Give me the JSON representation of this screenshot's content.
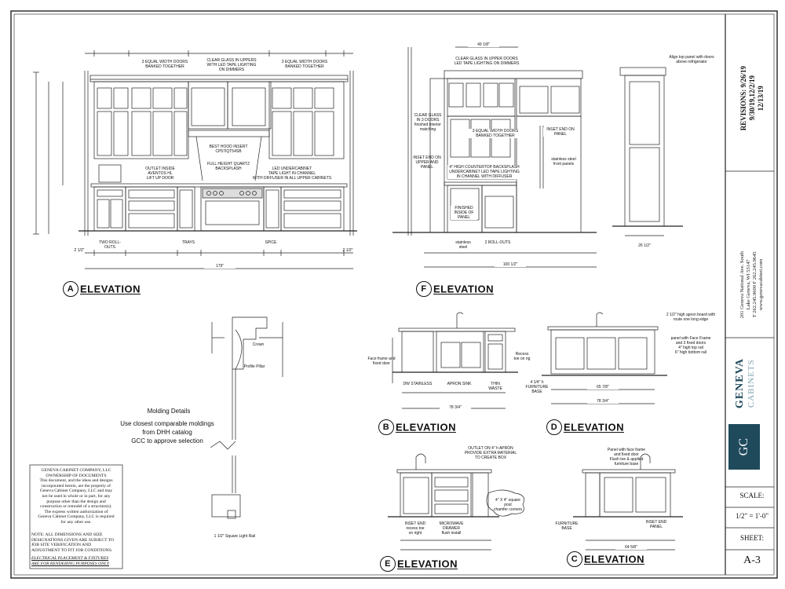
{
  "title_block": {
    "revisions": "REVISIONS: 9/26/19",
    "revisions_2": "9/30/19,12/2/19",
    "revisions_3": "12/13/19",
    "address_1": "201 Geneva National Ave. South",
    "address_2": "Lake Geneva, WI 53147",
    "address_3": "T 262.245.9600  F 262.245.9645",
    "address_4": "www.genevacabinet.com",
    "brand_top": "GENEVA",
    "brand_bottom": "CABINETS",
    "logo": "GC",
    "scale_label": "SCALE:",
    "scale_value": "1/2\" = 1'-0\"",
    "sheet_label": "SHEET:",
    "sheet_value": "A-3"
  },
  "views": {
    "a": {
      "letter": "A",
      "title": "ELEVATION"
    },
    "f": {
      "letter": "F",
      "title": "ELEVATION"
    },
    "b": {
      "letter": "B",
      "title": "ELEVATION"
    },
    "d": {
      "letter": "D",
      "title": "ELEVATION"
    },
    "e": {
      "letter": "E",
      "title": "ELEVATION"
    },
    "c": {
      "letter": "C",
      "title": "ELEVATION"
    }
  },
  "annotations_a": {
    "top_left": "3 EQUAL WIDTH DOORS\nBANKED TOGETHER",
    "top_mid": "CLEAR GLASS IN UPPERS\nWITH LED TAPE LIGHTING\nON DIMMERS",
    "top_right": "3 EQUAL WIDTH DOORS\nBANKED TOGETHER",
    "hood": "BEST HOOD INSERT\nCP57IQT54SB",
    "backsplash": "FULL HEIGHT QUARTZ\nBACKSPLASH",
    "outlet": "OUTLET INSIDE\nAVENTOS HL\nLIFT UP DOOR",
    "led": "LED UNDERCABINET\nTAPE LIGHT IN CHANNEL\nWITH DIFFUSER IN ALL UPPER CABINETS",
    "base_1": "TWO ROLL-\nOUTS",
    "base_2": "TRAYS",
    "base_3": "SPICE",
    "dim_left": "2 1/2\"",
    "dim_right": "2 1/2\"",
    "dim_total": "179\""
  },
  "annotations_f": {
    "top_dim": "49 1/8\"",
    "glass": "CLEAR GLASS IN UPPER DOORS\nLED TAPE LIGHTING ON DIMMERS",
    "glass_side": "CLEAR GLASS\nIN 3 DOORS\nfinished interior\nmatching",
    "doors": "3 EQUAL WIDTH DOORS\nBANKED TOGETHER",
    "inset_upper": "INSET END ON\nUPPER AND\nPANEL",
    "inset_panel": "INSET END ON\nPANEL",
    "steel_panels": "stainless steel\nfront panels",
    "backsplash": "4\" HIGH COUNTERTOP BACKSPLASH\nUNDERCABINET LED TAPE LIGHTING\nIN CHANNEL WITH DIFFUSER",
    "finished": "FINISHED\nINSIDE OF\nPANEL",
    "stainless": "stainless\nsteel",
    "rollouts": "2 ROLL-OUTS",
    "total": "100 1/2\"",
    "align": "Align top panel with doors\nabove refrigerator",
    "side_dim": "26 1/2\""
  },
  "molding": {
    "details": "Molding Details",
    "note": "Use closest comparable moldings\nfrom DHH catalog\nGCC to approve selection",
    "crown": "Crown",
    "pillar": "Profile Pillar",
    "rail": "1 1/2\" Square Light Rail"
  },
  "annotations_b": {
    "face": "Face frame and\nfixed door",
    "recess": "Recess\ntoe on rig",
    "dw": "DW STAINLESS",
    "sink": "APRON SINK",
    "thin": "THIN\nWASTE",
    "total": "78 3/4\""
  },
  "annotations_d": {
    "apron": "2 1/2\" high apron board with\nroute one long edge",
    "panel": "panel with Face Frame\nand 3 fixed doors\n4\" high top rail\n6\" high bottom rail",
    "furniture": "4 1/4\" h\nFURNITURE\nBASE",
    "dim": "65 7/8\"",
    "total": "78 3/4\""
  },
  "annotations_e": {
    "outlet": "OUTLET ON 4\" h APRON\nPROVIDE EXTRA MATERIAL\nTO CREATE BOX",
    "post": "4\" X 4\" square post\nchamfer corners",
    "inset": "INSET END\nrecess toe\non right",
    "micro": "MICROWAVE\nDRAWER\nflush install"
  },
  "annotations_c": {
    "panel": "Panel with face frame\nand fixed door\nFlush toe & applied\nfurniture base",
    "furniture": "FURNITURE\nBASE",
    "inset": "INSET END\nPANEL",
    "total": "64 5/8\""
  },
  "ownership": {
    "lines": "GENEVA CABINET COMPANY, LLC\nOWNERSHIP OF DOCUMENTS\nThis document, and the ideas and designs\nincorporated herein, are the property of\nGeneva Cabinet Company, LLC and may\nnot be used in whole or in part, for any\npurpose other than the design and\nconstruction or remodel of a structure(s).\nThe express written authorization of\nGeneva Cabinet Company, LLC is required\nfor any other use.",
    "note": "NOTE: ALL DIMENSIONS AND SIZE\nDESIGNATIONS GIVEN ARE SUBJECT TO\nJOB SITE VERIFICATION AND\nADJUSTMENT TO FIT JOB CONDITIONS.",
    "electrical": "ELECTRICAL PLACEMENT & FIXTURES\nARE FOR RENDERING PURPOSES ONLY"
  }
}
